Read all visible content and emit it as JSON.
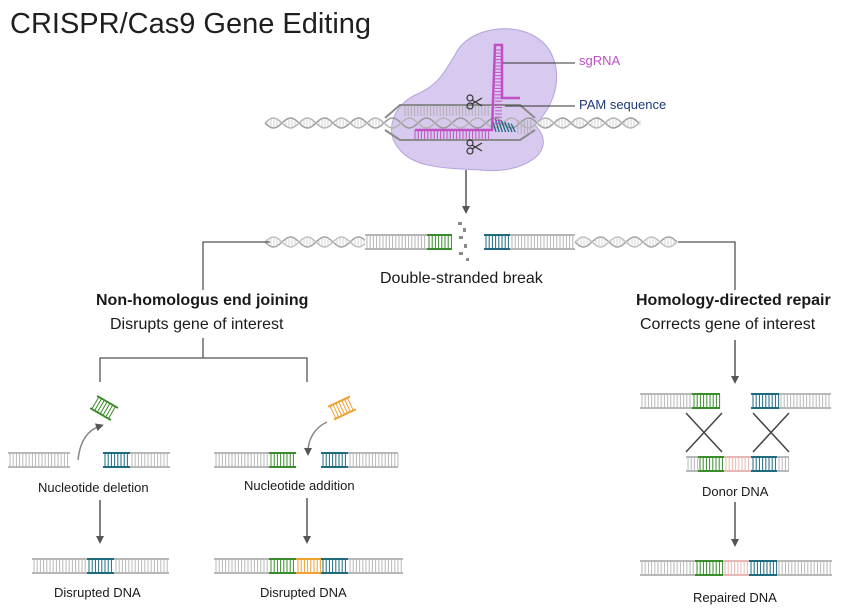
{
  "title": "CRISPR/Cas9 Gene Editing",
  "labels": {
    "sgrna": "sgRNA",
    "pam": "PAM sequence",
    "dsb": "Double-stranded break",
    "nhej_title": "Non-homologus end joining",
    "nhej_sub": "Disrupts gene of interest",
    "hdr_title": "Homology-directed repair",
    "hdr_sub": "Corrects gene of interest",
    "deletion": "Nucleotide deletion",
    "addition": "Nucleotide addition",
    "donor": "Donor DNA",
    "disrupted_1": "Disrupted DNA",
    "disrupted_2": "Disrupted DNA",
    "repaired": "Repaired DNA"
  },
  "colors": {
    "cas9": "#c9b8e8",
    "sgrna": "#c04fc6",
    "pam": "#1e3a78",
    "dna": "#a8a8a8",
    "green": "#3a8c2a",
    "teal": "#1f6b80",
    "orange": "#f0a030",
    "pink": "#e7b8b8",
    "arrow": "#555555"
  },
  "icons": [
    "scissors-icon",
    "scissors-icon"
  ]
}
